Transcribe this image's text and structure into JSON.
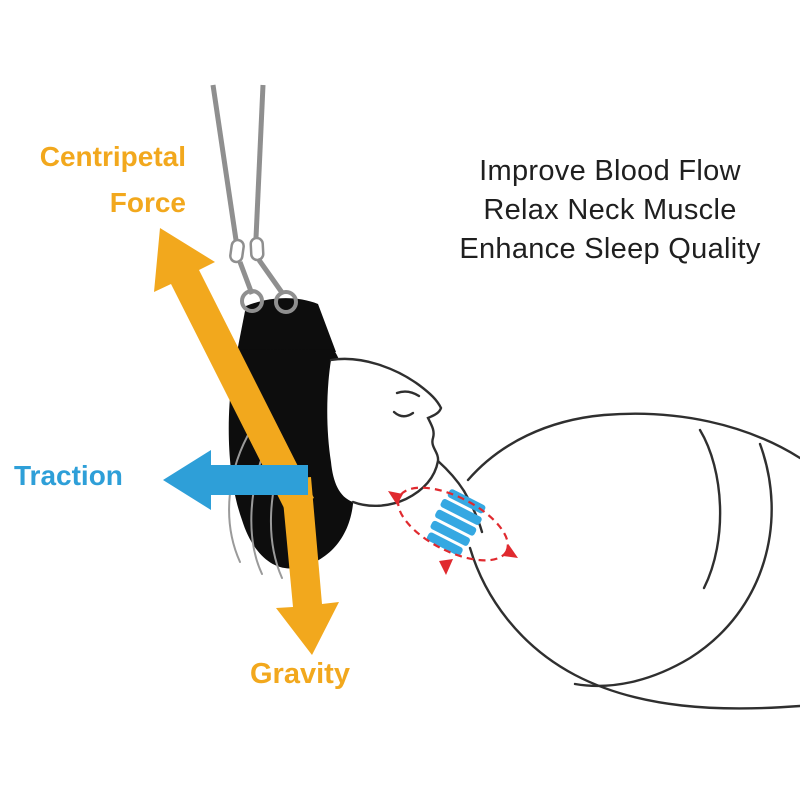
{
  "labels": {
    "centripetal_line1": "Centripetal",
    "centripetal_line2": "Force",
    "traction": "Traction",
    "gravity": "Gravity"
  },
  "benefits": [
    "Improve Blood Flow",
    "Relax Neck Muscle",
    "Enhance Sleep Quality"
  ],
  "colors": {
    "accent_orange": "#F2A81D",
    "accent_blue": "#2E9FD8",
    "text_dark": "#1F1F1F",
    "alert_red": "#E02A2F",
    "spine_blue": "#35A8E2",
    "line_gray": "#8F8F8F",
    "hammock_black": "#0D0D0D"
  }
}
